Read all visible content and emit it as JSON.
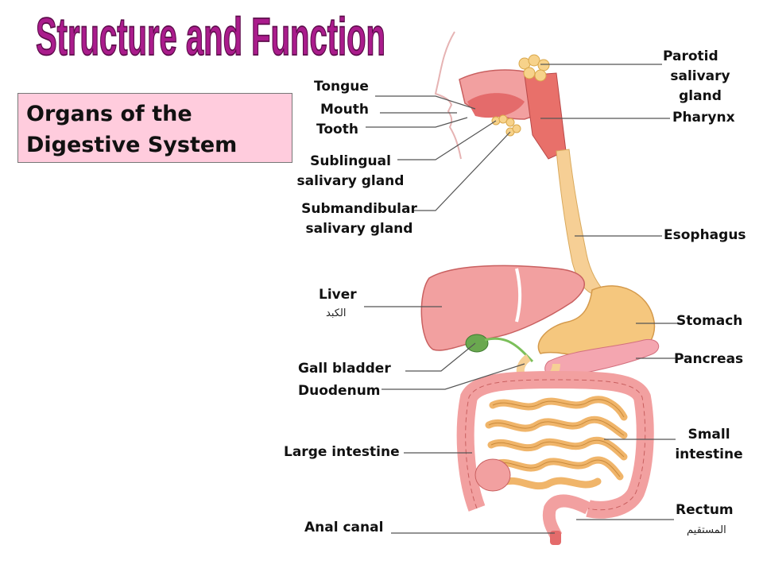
{
  "title": "Structure and Function",
  "subtitle": {
    "line1": "Organs of the",
    "line2": "Digestive System"
  },
  "labels": {
    "tongue": "Tongue",
    "mouth": "Mouth",
    "tooth": "Tooth",
    "sublingual_line1": "Sublingual",
    "sublingual_line2": "salivary gland",
    "submandibular_line1": "Submandibular",
    "submandibular_line2": "salivary gland",
    "liver": "Liver",
    "liver_arabic": "الكبد",
    "gall_bladder": "Gall bladder",
    "duodenum": "Duodenum",
    "large_intestine": "Large intestine",
    "anal_canal": "Anal canal",
    "parotid_line1": "Parotid",
    "parotid_line2": "salivary",
    "parotid_line3": "gland",
    "pharynx": "Pharynx",
    "esophagus": "Esophagus",
    "stomach": "Stomach",
    "pancreas": "Pancreas",
    "small_intestine_line1": "Small",
    "small_intestine_line2": "intestine",
    "rectum": "Rectum",
    "rectum_arabic": "المستقيم"
  },
  "colors": {
    "title_fill": "#aa1c8c",
    "title_outline": "#ffffff",
    "subtitle_bg": "#ffccdd",
    "organ_pink": "#f29a9a",
    "organ_dark": "#d9534f",
    "esophagus": "#f6cf95",
    "stomach": "#f5c77e",
    "gland": "#f7d28a",
    "pancreas": "#f4a6b0",
    "gall_green": "#6aa84f",
    "leader_line": "#555555"
  }
}
